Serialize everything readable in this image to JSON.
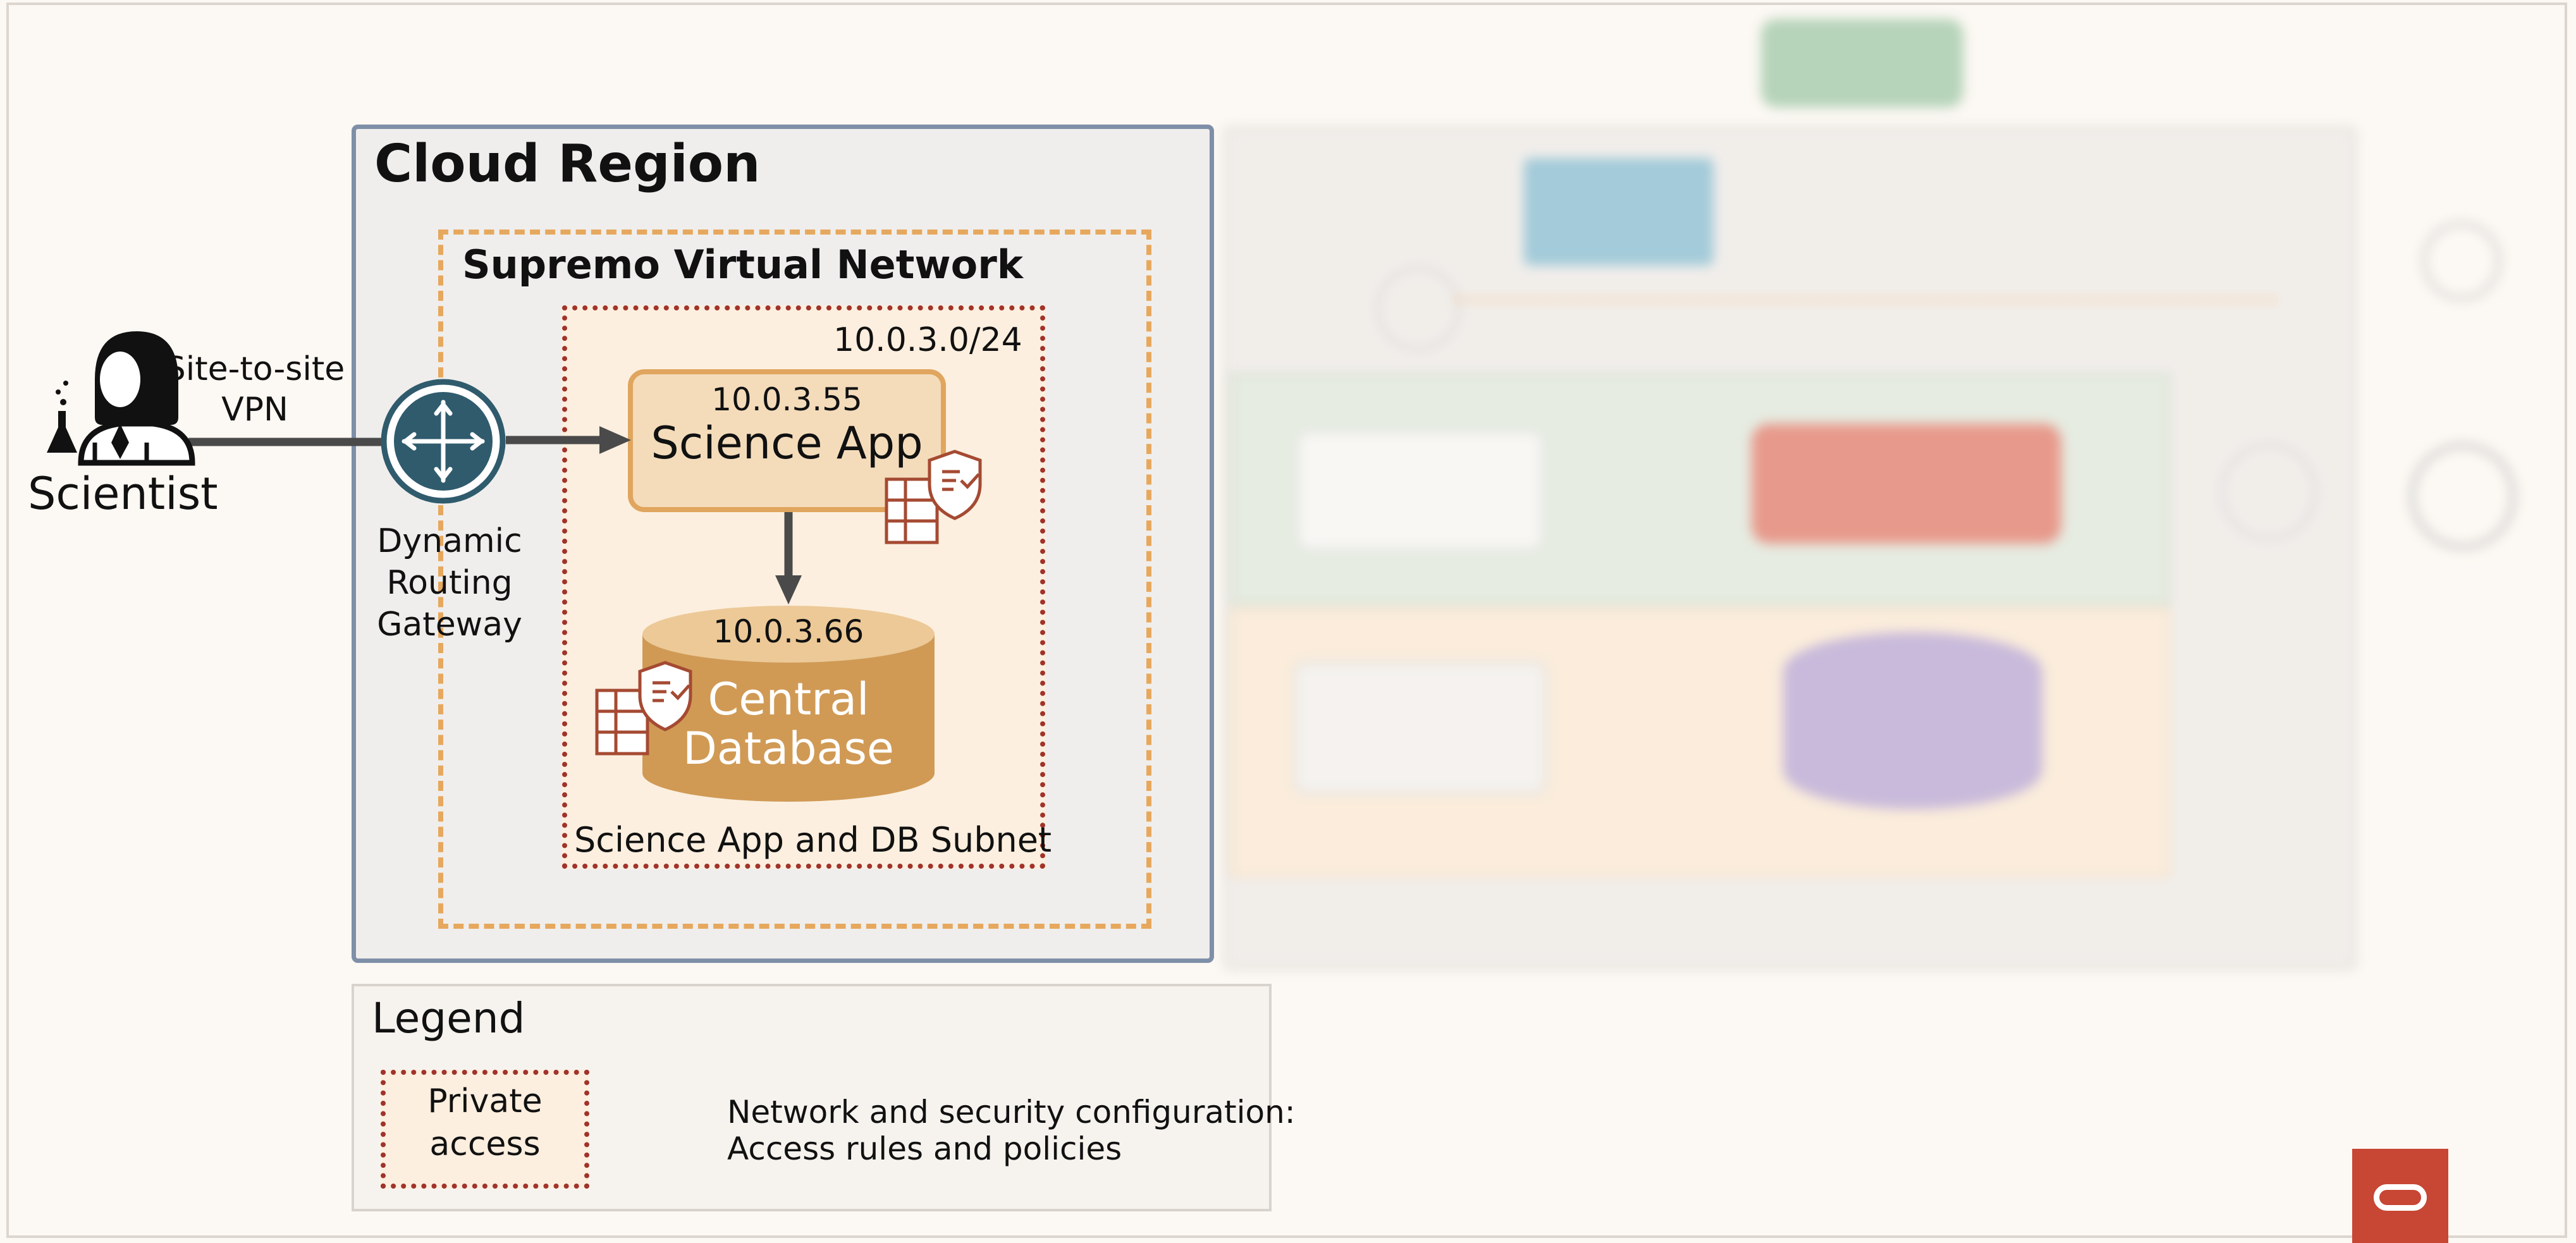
{
  "diagram": {
    "actor": {
      "label": "Scientist"
    },
    "connection": {
      "label_line1": "Site-to-site",
      "label_line2": "VPN"
    },
    "gateway": {
      "label_line1": "Dynamic",
      "label_line2": "Routing",
      "label_line3": "Gateway"
    },
    "region": {
      "title": "Cloud Region"
    },
    "vcn": {
      "title": "Supremo Virtual Network"
    },
    "subnet": {
      "cidr": "10.0.3.0/24",
      "label": "Science App and DB Subnet"
    },
    "app": {
      "ip": "10.0.3.55",
      "name": "Science App"
    },
    "database": {
      "ip": "10.0.3.66",
      "name_line1": "Central",
      "name_line2": "Database"
    }
  },
  "legend": {
    "title": "Legend",
    "private_access_line1": "Private",
    "private_access_line2": "access",
    "security_line1": "Network and security configuration:",
    "security_line2": "Access rules and policies"
  },
  "colors": {
    "region_border": "#7e8fa8",
    "vcn_border": "#e6a85e",
    "subnet_border": "#a1332a",
    "app_fill": "#f4dcbb",
    "db_fill": "#d09a55",
    "router": "#2f5b6d",
    "oracle_red": "#c74634"
  },
  "icons": [
    "scientist-icon",
    "router-icon",
    "security-config-icon",
    "oracle-logo-icon"
  ]
}
